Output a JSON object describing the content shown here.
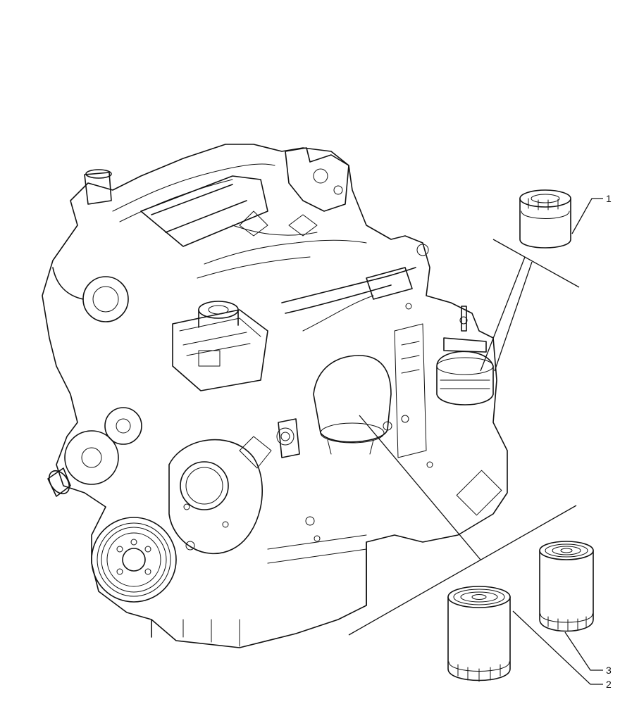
{
  "callouts": [
    {
      "id": "callout-1",
      "label": "1"
    },
    {
      "id": "callout-2",
      "label": "2"
    },
    {
      "id": "callout-3",
      "label": "3"
    }
  ],
  "stroke_color": "#111111",
  "background_color": "#ffffff"
}
